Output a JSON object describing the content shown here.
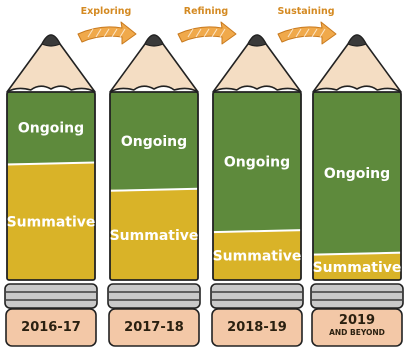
{
  "phases": [
    "Exploring",
    "Refining",
    "Sustaining"
  ],
  "columns": [
    {
      "year": "2016-17",
      "year_sub": "",
      "ongoing_label": "Ongoing",
      "summative_label": "Summative",
      "ongoing_share": 0.38,
      "summative_share": 0.62
    },
    {
      "year": "2017-18",
      "year_sub": "",
      "ongoing_label": "Ongoing",
      "summative_label": "Summative",
      "ongoing_share": 0.52,
      "summative_share": 0.48
    },
    {
      "year": "2018-19",
      "year_sub": "",
      "ongoing_label": "Ongoing",
      "summative_label": "Summative",
      "ongoing_share": 0.74,
      "summative_share": 0.26
    },
    {
      "year": "2019",
      "year_sub": "AND BEYOND",
      "ongoing_label": "Ongoing",
      "summative_label": "Summative",
      "ongoing_share": 0.86,
      "summative_share": 0.14
    }
  ],
  "colors": {
    "ongoing": "#5e8a3c",
    "summative": "#d9b328",
    "wood": "#f4ddc3",
    "graphite": "#3a3a3a",
    "ferrule": "#c9c9c9",
    "eraser": "#f3c8a7",
    "arrow": "#f0a94b",
    "outline": "#222222"
  }
}
